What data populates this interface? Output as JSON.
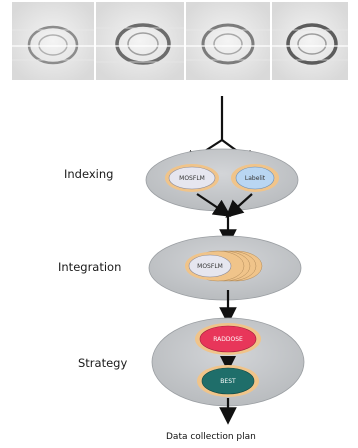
{
  "diffraction_strip": {
    "image_count": 4
  },
  "stages": [
    {
      "id": "indexing",
      "label": "Indexing",
      "programs": [
        "MOSFLM",
        "Labelit"
      ]
    },
    {
      "id": "integration",
      "label": "Integration",
      "programs": [
        "MOSFLM"
      ]
    },
    {
      "id": "strategy",
      "label": "Strategy",
      "programs": [
        "RADDOSE",
        "BEST"
      ]
    }
  ],
  "output": {
    "label": "Data collection plan"
  },
  "colors": {
    "stage_ellipse": "#c5c8cb",
    "mosflm_fill": "#e6e6ef",
    "labelit_fill": "#b9d6f2",
    "program_ring": "#f0c48a",
    "raddose_fill": "#e8365a",
    "best_fill": "#1f6e6a",
    "arrow": "#111111"
  }
}
